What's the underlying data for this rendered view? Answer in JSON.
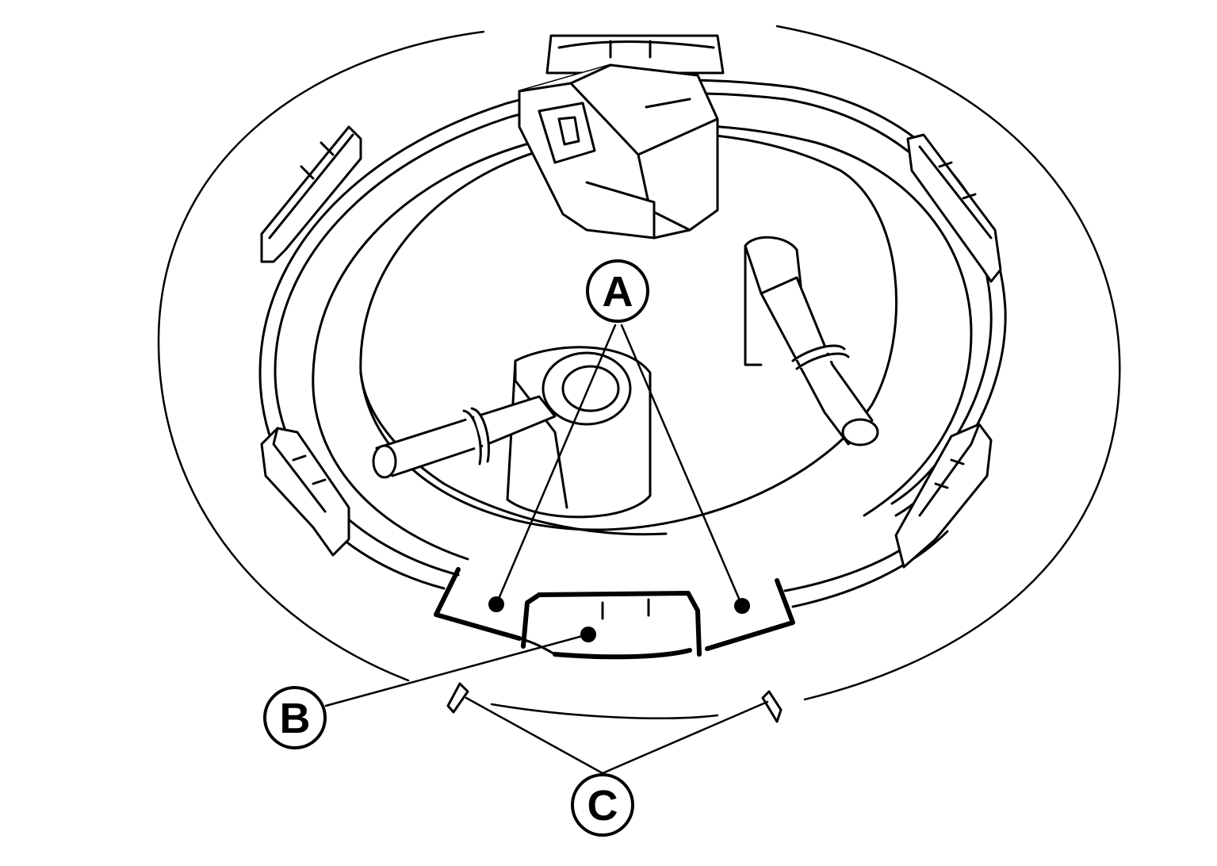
{
  "callouts": {
    "a": {
      "letter": "A"
    },
    "b": {
      "letter": "B"
    },
    "c": {
      "letter": "C"
    }
  },
  "colors": {
    "ink": "#000000",
    "paper": "#ffffff"
  }
}
